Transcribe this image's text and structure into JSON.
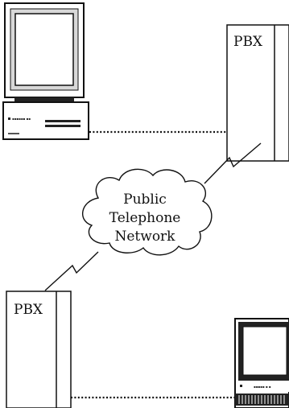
{
  "diagram": {
    "pbx_top": {
      "label": "PBX"
    },
    "pbx_bottom": {
      "label": "PBX"
    },
    "cloud": {
      "lines": [
        "Public",
        "Telephone",
        "Network"
      ]
    },
    "computer_top": {
      "icon": "desktop-computer-icon"
    },
    "computer_bottom": {
      "icon": "compact-computer-icon"
    },
    "colors": {
      "ink": "#111111",
      "background": "#ffffff"
    }
  }
}
